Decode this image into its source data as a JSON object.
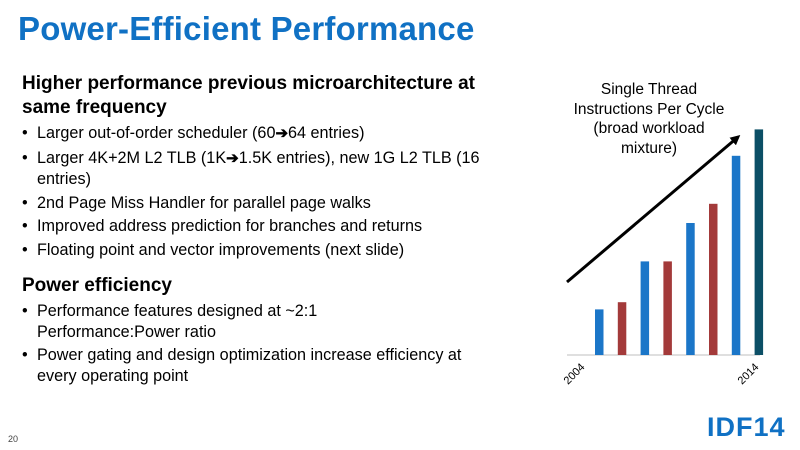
{
  "slide": {
    "title": "Power-Efficient Performance",
    "page_number": "20",
    "logo_text": "IDF14"
  },
  "section1": {
    "heading": "Higher performance previous microarchitecture at same frequency",
    "bullets": [
      {
        "pre": "Larger out-of-order scheduler (60",
        "arrow": "➔",
        "post": "64 entries)"
      },
      {
        "pre": "Larger 4K+2M L2 TLB (1K",
        "arrow": "➔",
        "post": "1.5K entries), new 1G L2 TLB (16 entries)"
      },
      {
        "text": "2nd Page Miss Handler for parallel page walks"
      },
      {
        "text": "Improved address prediction for branches and returns"
      },
      {
        "text": "Floating point and vector improvements (next slide)"
      }
    ]
  },
  "section2": {
    "heading": "Power efficiency",
    "bullets": [
      {
        "line1": "Performance features designed at ~2:1",
        "line2": "Performance:Power ratio"
      },
      {
        "text": "Power gating and design optimization increase efficiency at every operating point"
      }
    ]
  },
  "colors": {
    "brand_blue": "#1071c4",
    "bar_blue": "#1b76c8",
    "bar_red": "#a33a3a",
    "bar_teal": "#0c4f66"
  },
  "chart_data": {
    "type": "bar",
    "title": "Single Thread Instructions Per Cycle (broad workload mixture)",
    "tick_labels": [
      "2004",
      "2014"
    ],
    "values": [
      0.19,
      0.22,
      0.39,
      0.39,
      0.55,
      0.63,
      0.83,
      0.94
    ],
    "bar_colors": [
      "blue",
      "red",
      "blue",
      "red",
      "blue",
      "red",
      "blue",
      "teal"
    ],
    "ylim": [
      0,
      1
    ],
    "trend_arrow": true
  }
}
